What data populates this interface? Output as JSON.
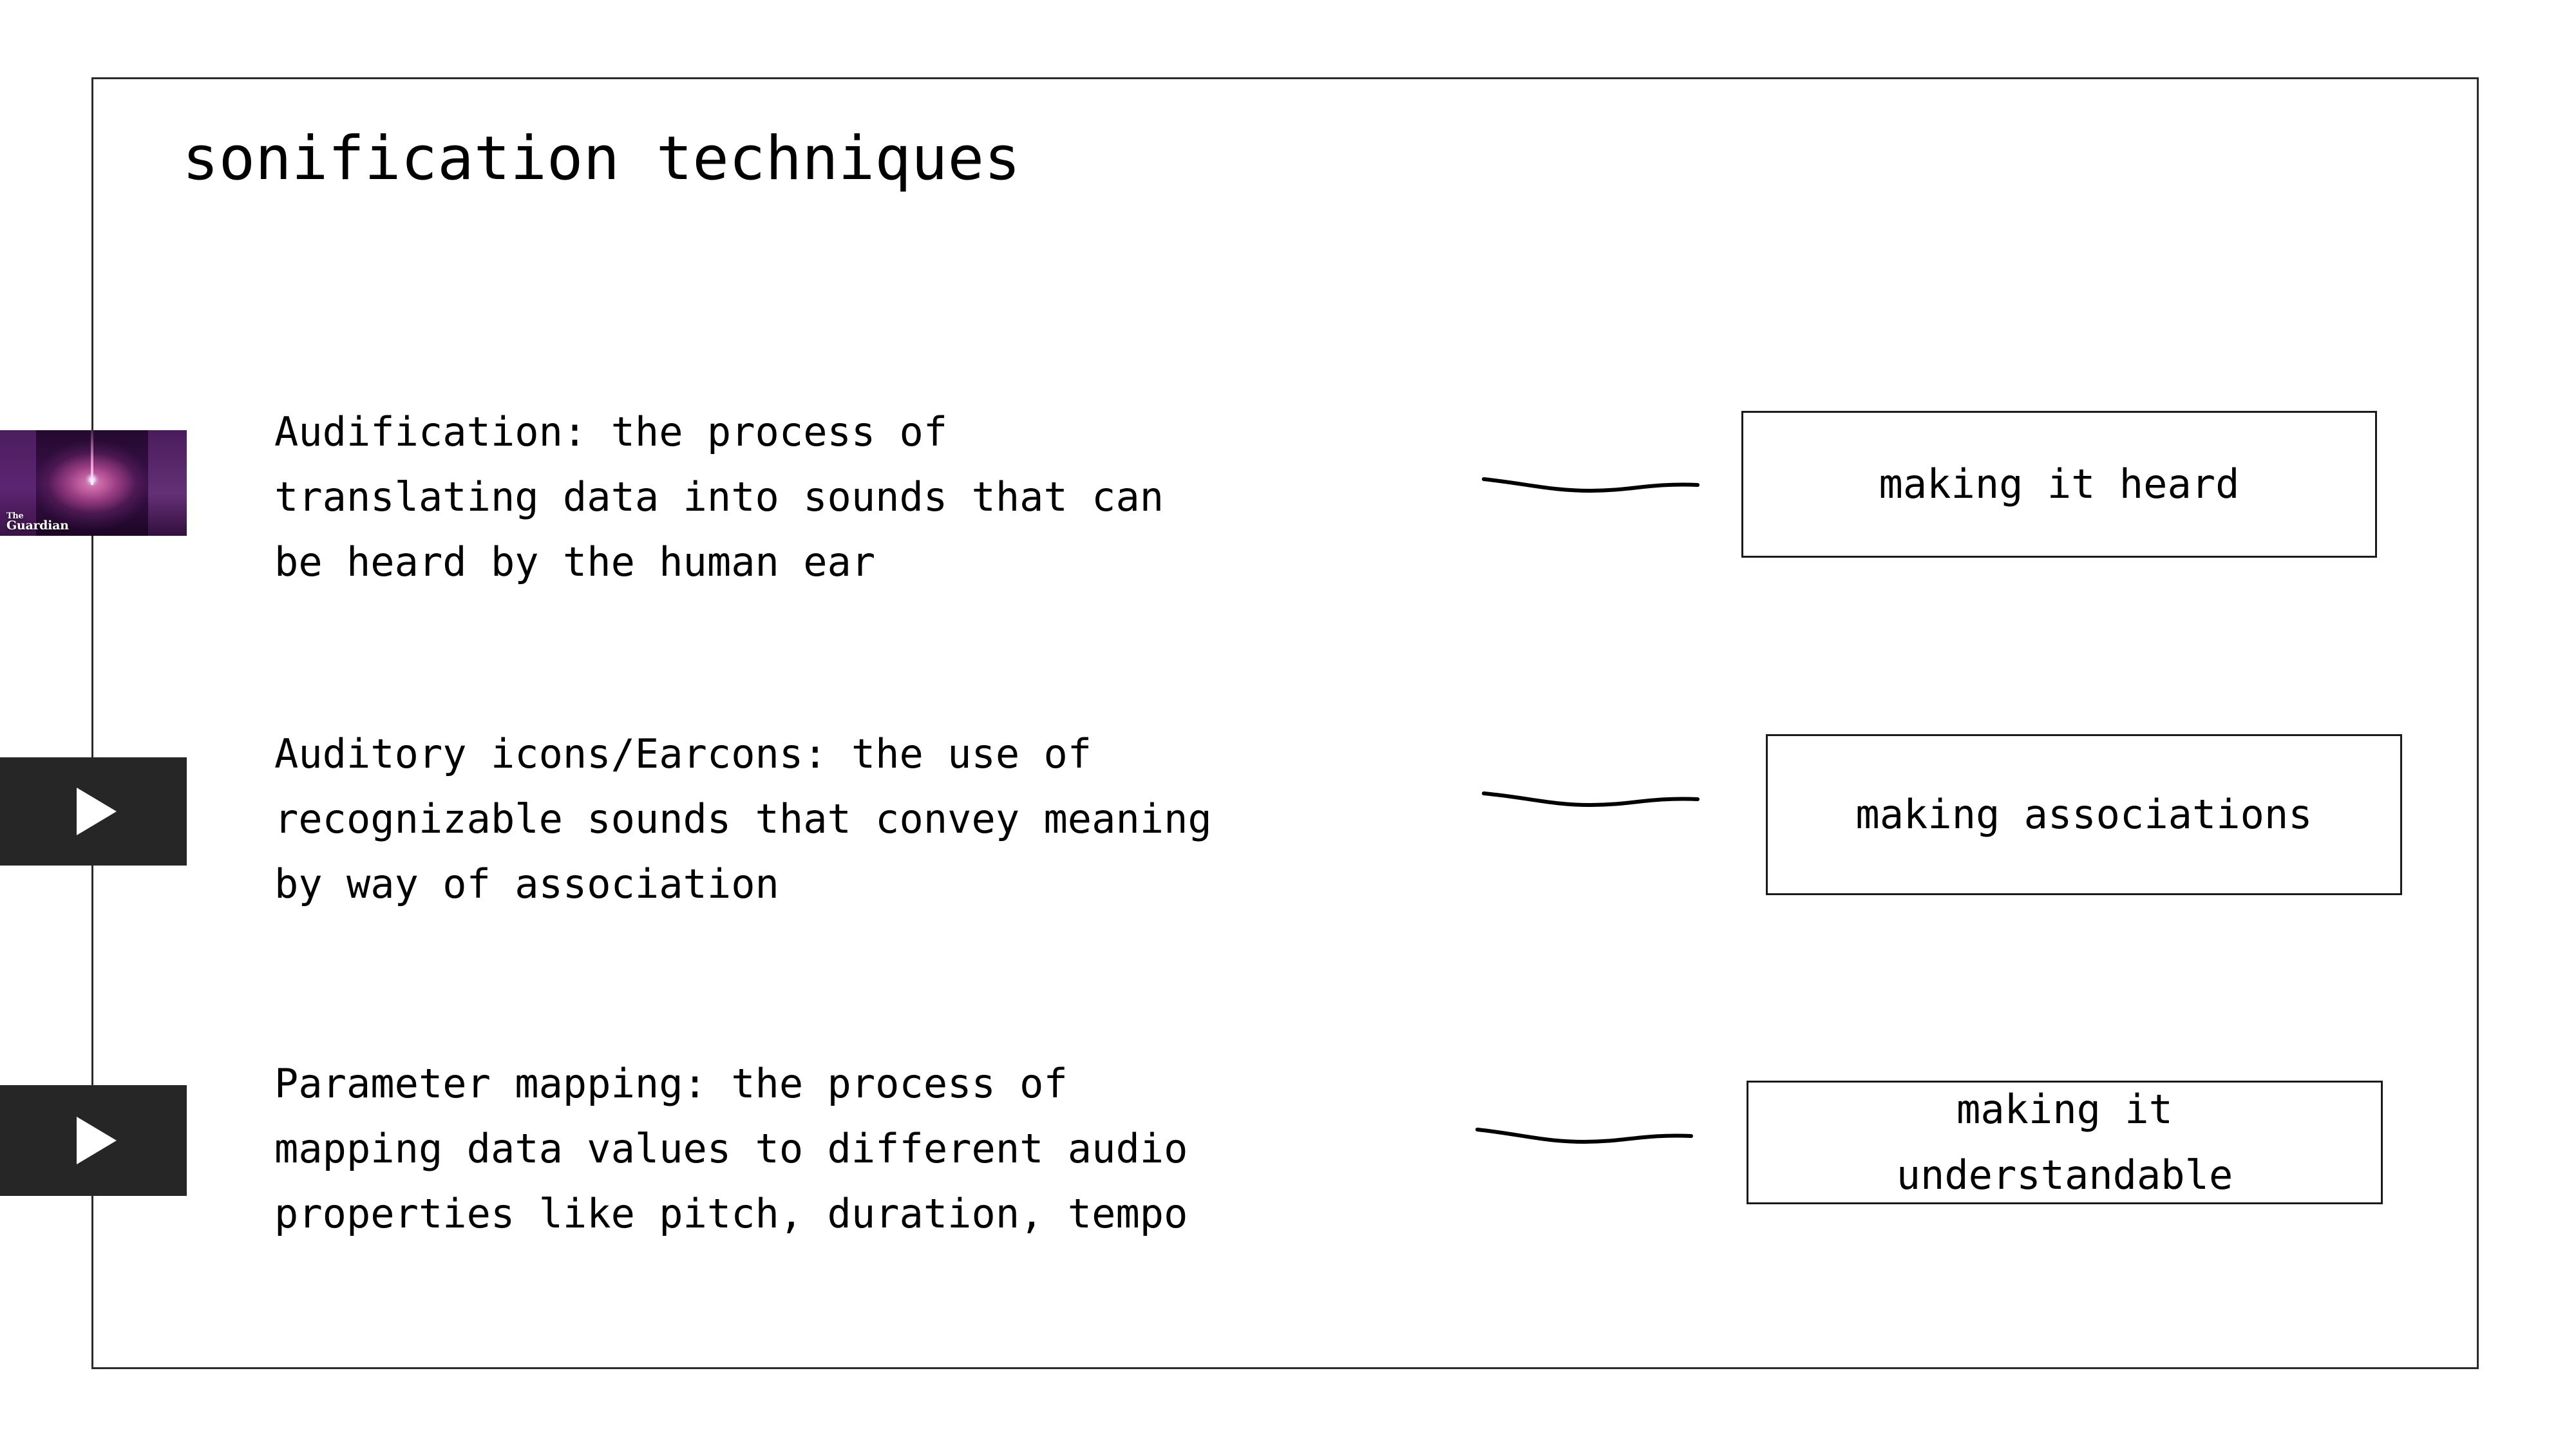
{
  "slide": {
    "title": "sonification techniques",
    "frame_border_color": "#2b2b2b",
    "background_color": "#ffffff"
  },
  "techniques": [
    {
      "description": "Audification: the process of\ntranslating data into sounds that can\nbe heard by the human ear",
      "callout": "making it heard",
      "connector": "wavy-line"
    },
    {
      "description": "Auditory icons/Earcons: the use of\nrecognizable sounds that convey meaning\nby way of association",
      "callout": "making associations",
      "connector": "wavy-line"
    },
    {
      "description": "Parameter mapping: the process of\nmapping data values to different audio\nproperties like pitch, duration, tempo",
      "callout": "making it\nunderstandable",
      "connector": "wavy-line"
    }
  ],
  "media": [
    {
      "kind": "image-thumbnail",
      "source_label_line1": "The",
      "source_label_line2": "Guardian",
      "icon": "cosmic-black-hole-image",
      "background_color": "#2b1038"
    },
    {
      "kind": "video-player",
      "icon": "play-icon",
      "background_color": "#262626",
      "play_color": "#ffffff"
    },
    {
      "kind": "video-player",
      "icon": "play-icon",
      "background_color": "#262626",
      "play_color": "#ffffff"
    }
  ]
}
